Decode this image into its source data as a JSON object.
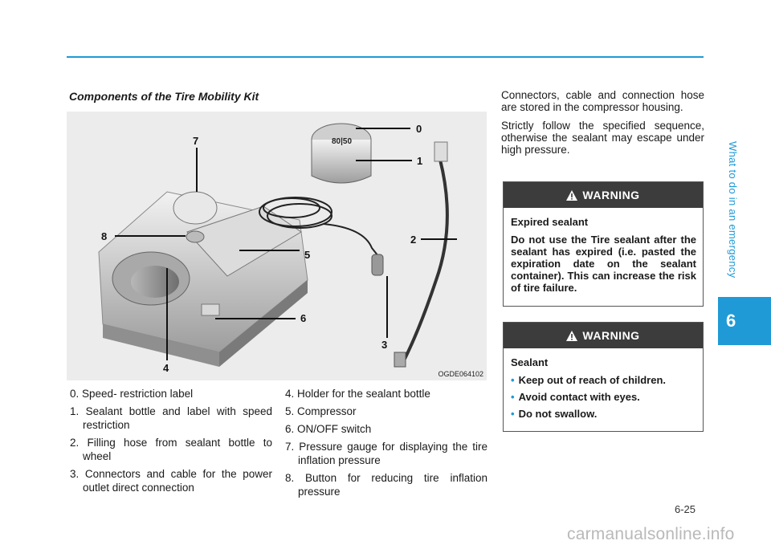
{
  "side_title": "What to do in an emergency",
  "chapter": "6",
  "section_title": "Components of the Tire Mobility Kit",
  "figure": {
    "code": "OGDE064102",
    "callouts": [
      "0",
      "1",
      "2",
      "3",
      "4",
      "5",
      "6",
      "7",
      "8"
    ],
    "bottle_label": "80|50"
  },
  "components_left": [
    {
      "num": "0.",
      "text": "Speed- restriction label"
    },
    {
      "num": "1.",
      "text": "Sealant bottle and label with speed restriction"
    },
    {
      "num": "2.",
      "text": "Filling hose from sealant bottle to wheel"
    },
    {
      "num": "3.",
      "text": "Connectors and cable for the power outlet direct connection"
    }
  ],
  "components_right": [
    {
      "num": "4.",
      "text": "Holder for the sealant bottle"
    },
    {
      "num": "5.",
      "text": "Compressor"
    },
    {
      "num": "6.",
      "text": "ON/OFF switch"
    },
    {
      "num": "7.",
      "text": "Pressure gauge for displaying the tire inflation pressure"
    },
    {
      "num": "8.",
      "text": "Button for reducing tire inflation pressure"
    }
  ],
  "intro": [
    "Connectors, cable and connection hose are stored in the compressor housing.",
    "Strictly follow the specified sequence, otherwise the sealant may escape under high pressure."
  ],
  "warning1": {
    "title": "WARNING",
    "heading": "Expired sealant",
    "text": "Do not use the Tire sealant after the sealant has expired (i.e. pasted the expiration date on the sealant container). This can increase the risk of tire failure."
  },
  "warning2": {
    "title": "WARNING",
    "heading": "Sealant",
    "bullets": [
      "Keep out of reach of children.",
      "Avoid contact with eyes.",
      "Do not swallow."
    ]
  },
  "page_number": "6-25",
  "watermark": "carmanualsonline.info",
  "colors": {
    "accent": "#1f9ad6",
    "warning_header": "#3c3c3c"
  },
  "icons": [
    "warning-triangle-icon"
  ]
}
